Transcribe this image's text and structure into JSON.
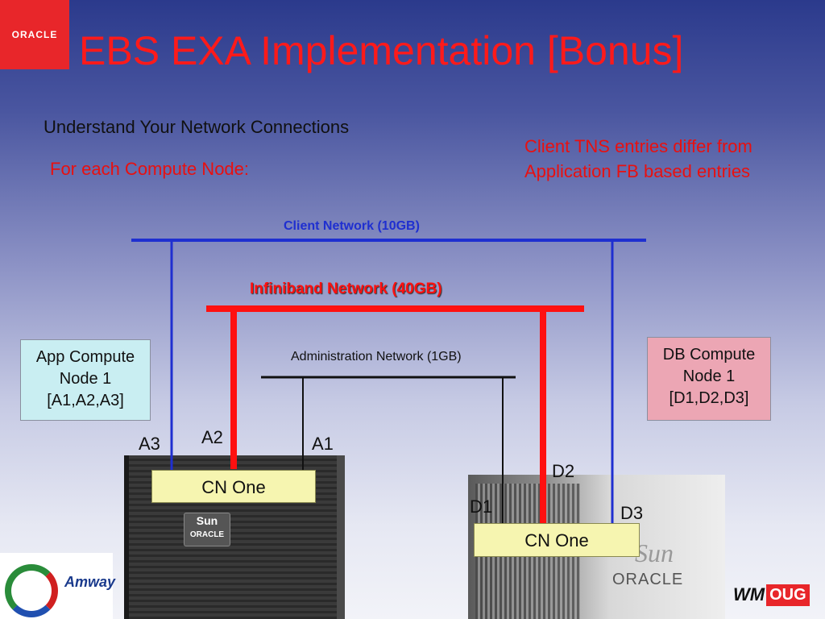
{
  "header": {
    "logo_text": "ORACLE",
    "title": "EBS EXA Implementation [Bonus]"
  },
  "body_text": {
    "subtitle": "Understand Your Network Connections",
    "for_each": "For each Compute Node:",
    "tns_note_line1": "Client TNS entries differ from",
    "tns_note_line2": "Application FB based entries"
  },
  "networks": {
    "client": {
      "label": "Client Network (10GB)",
      "color": "#1f2fd0"
    },
    "infiniband": {
      "label": "Infiniband Network (40GB)",
      "color": "#ff1010"
    },
    "admin": {
      "label": "Administration Network (1GB)",
      "color": "#111111"
    }
  },
  "nodes": {
    "app": {
      "line1": "App Compute",
      "line2": "Node 1",
      "line3": "[A1,A2,A3]"
    },
    "db": {
      "line1": "DB Compute",
      "line2": "Node 1",
      "line3": "[D1,D2,D3]"
    }
  },
  "ports": {
    "a1": "A1",
    "a2": "A2",
    "a3": "A3",
    "d1": "D1",
    "d2": "D2",
    "d3": "D3"
  },
  "compute_nodes": {
    "left": "CN One",
    "right": "CN One"
  },
  "hardware": {
    "exalogic_badge_top": "Sun",
    "exalogic_badge_bottom": "ORACLE",
    "exadata_sun": "Sun",
    "exadata_oracle": "ORACLE"
  },
  "logos": {
    "amway": "Amway",
    "wmoug_wm": "WM",
    "wmoug_oug": "OUG"
  }
}
